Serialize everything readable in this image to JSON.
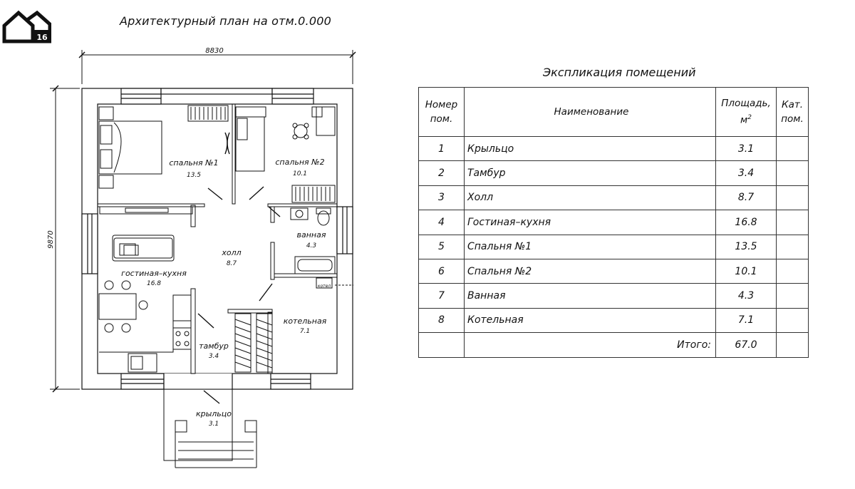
{
  "logo": {
    "badge": "16"
  },
  "plan_title": "Архитектурный план на отм.0.000",
  "dimensions": {
    "width": "8830",
    "height": "9870"
  },
  "rooms": {
    "bedroom1": {
      "name": "спальня №1",
      "area": "13.5"
    },
    "bedroom2": {
      "name": "спальня №2",
      "area": "10.1"
    },
    "bathroom": {
      "name": "ванная",
      "area": "4.3"
    },
    "hall": {
      "name": "холл",
      "area": "8.7"
    },
    "living": {
      "name": "гостиная–кухня",
      "area": "16.8"
    },
    "boiler": {
      "name": "котельная",
      "area": "7.1"
    },
    "vestibule": {
      "name": "тамбур",
      "area": "3.4"
    },
    "porch": {
      "name": "крыльцо",
      "area": "3.1"
    },
    "boiler_tag": "котел"
  },
  "table": {
    "title": "Экспликация помещений",
    "headers": {
      "num_line1": "Номер",
      "num_line2": "пом.",
      "name": "Наименование",
      "area_line1": "Площадь,",
      "area_line2": "м",
      "area_sup": "2",
      "cat_line1": "Кат.",
      "cat_line2": "пом."
    },
    "rows": [
      {
        "num": "1",
        "name": "Крыльцо",
        "area": "3.1",
        "cat": ""
      },
      {
        "num": "2",
        "name": "Тамбур",
        "area": "3.4",
        "cat": ""
      },
      {
        "num": "3",
        "name": "Холл",
        "area": "8.7",
        "cat": ""
      },
      {
        "num": "4",
        "name": "Гостиная–кухня",
        "area": "16.8",
        "cat": ""
      },
      {
        "num": "5",
        "name": "Спальня №1",
        "area": "13.5",
        "cat": ""
      },
      {
        "num": "6",
        "name": "Спальня №2",
        "area": "10.1",
        "cat": ""
      },
      {
        "num": "7",
        "name": "Ванная",
        "area": "4.3",
        "cat": ""
      },
      {
        "num": "8",
        "name": "Котельная",
        "area": "7.1",
        "cat": ""
      }
    ],
    "total_label": "Итого:",
    "total_value": "67.0"
  }
}
